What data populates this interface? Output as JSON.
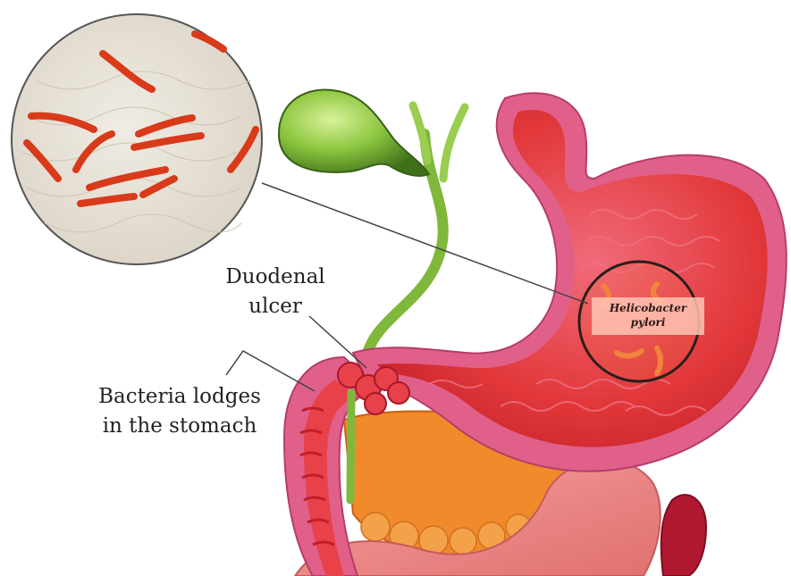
{
  "labels": {
    "duodenal_ulcer": [
      "Duodenal",
      "ulcer"
    ],
    "bacteria_lodges": [
      "Bacteria lodges",
      "in the stomach"
    ],
    "helicobacter": [
      "Helicobacter",
      "pylori"
    ]
  },
  "colors": {
    "stomach_wall": "#e0608a",
    "stomach_lumen": "#e23a3a",
    "gallbladder": "#7fb83a",
    "pancreas": "#f08a2a",
    "bacteria": "#d83a1a",
    "magnifier_bg": "#e7e1d6",
    "leader_line": "#444444"
  }
}
